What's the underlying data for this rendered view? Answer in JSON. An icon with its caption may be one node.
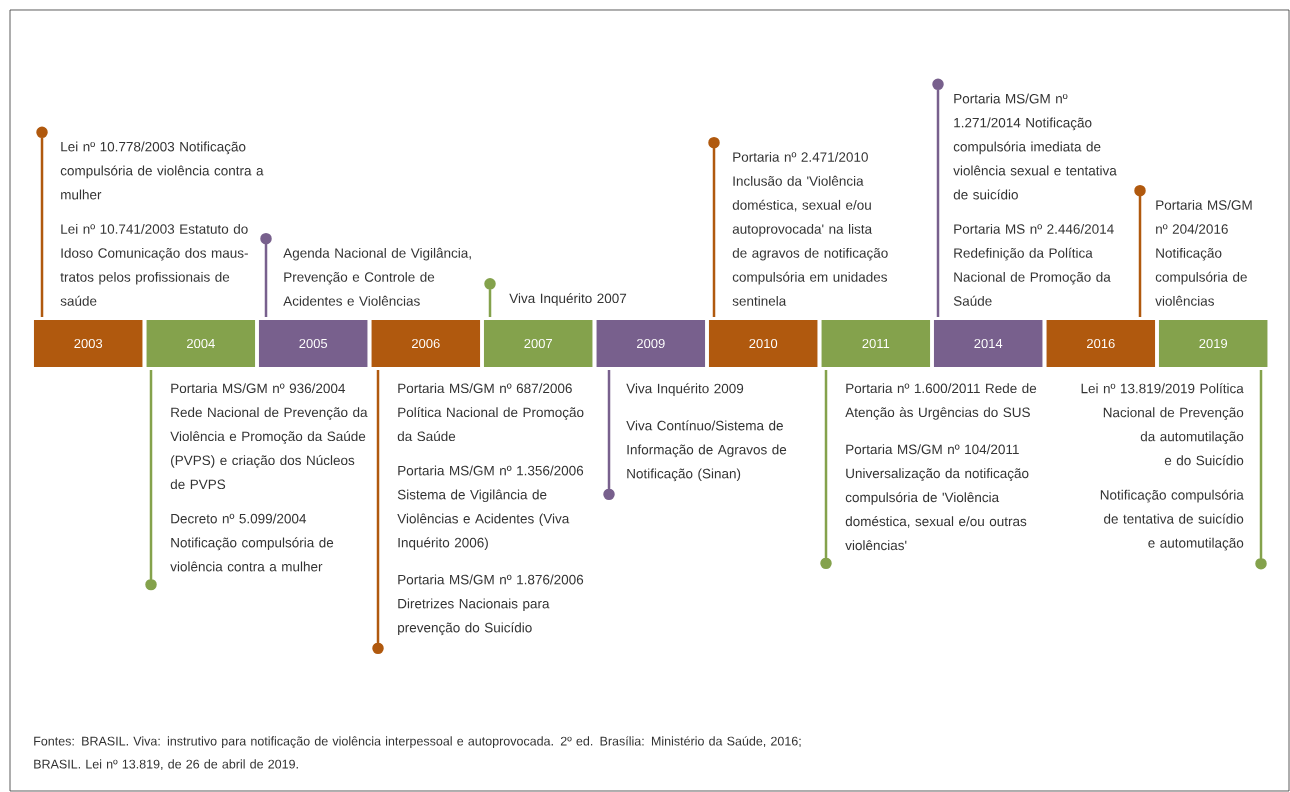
{
  "diagram": {
    "caption": "Fontes: BRASIL. Viva: instrutivo para notificação de violência interpessoal e autoprovocada. 2º ed. Brasília: Ministério da Saúde, 2016; BRASIL. Lei nº 13.819, de 26 de abril de 2019.",
    "nodes": [
      {
        "text": [
          "2003"
        ],
        "beside": [
          "Lei nº 10.778/2003 Notificação compulsória de violência contra a mulher",
          "Lei nº 10.741/2003 Estatuto do Idoso Comunicação dos maus-tratos pelos profissionais de saúde"
        ]
      },
      {
        "text": [
          "2004"
        ],
        "beside": [
          "Portaria MS/GM nº 936/2004 Rede Nacional de Prevenção da Violência e Promoção da Saúde (PVPS) e criação dos Núcleos de PVPS",
          "Decreto nº 5.099/2004 Notificação compulsória de violência contra a mulher"
        ]
      },
      {
        "text": [
          "2005"
        ],
        "beside": [
          "Agenda Nacional de Vigilância, Prevenção e Controle de Acidentes e Violências"
        ]
      },
      {
        "text": [
          "2006"
        ],
        "beside": [
          "Portaria MS/GM nº 687/2006 Política Nacional de Promoção da Saúde",
          "Portaria MS/GM nº 1.356/2006 Sistema de Vigilância de Violências e Acidentes (Viva Inquérito 2006)",
          "Portaria MS/GM nº 1.876/2006 Diretrizes Nacionais para prevenção do Suicídio"
        ]
      },
      {
        "text": [
          "2007"
        ],
        "beside": [
          "Viva Inquérito 2007"
        ]
      },
      {
        "text": [
          "2009"
        ],
        "beside": [
          "Viva Inquérito 2009",
          "Viva Contínuo/Sistema de Informação de Agravos de Notificação (Sinan)"
        ]
      },
      {
        "text": [
          "2010"
        ],
        "beside": [
          "Portaria nº 2.471/2010 Inclusão da 'Violência doméstica, sexual e/ou autoprovocada' na lista de agravos de notificação compulsória em unidades sentinela"
        ]
      },
      {
        "text": [
          "2011"
        ],
        "beside": [
          "Portaria nº 1.600/2011 Rede de Atenção às Urgências do SUS",
          "Portaria MS/GM nº 104/2011 Universalização da notificação compulsória de 'Violência doméstica, sexual e/ou outras violências'"
        ]
      },
      {
        "text": [
          "2014"
        ],
        "beside": [
          "Portaria MS/GM nº 1.271/2014 Notificação compulsória imediata de violência sexual e tentativa de suicídio",
          "Portaria MS nº 2.446/2014 Redefinição da Política Nacional de Promoção da Saúde"
        ]
      },
      {
        "text": [
          "2016"
        ],
        "beside": [
          "Portaria MS/GM nº 204/2016 Notificação compulsória de violências"
        ]
      },
      {
        "text": [
          "2019"
        ],
        "beside": [
          "Lei nº 13.819/2019 Política Nacional de Prevenção da automutilação e do Suicídio",
          "Notificação compulsória de tentativa de suicídio e automutilação"
        ]
      }
    ]
  }
}
